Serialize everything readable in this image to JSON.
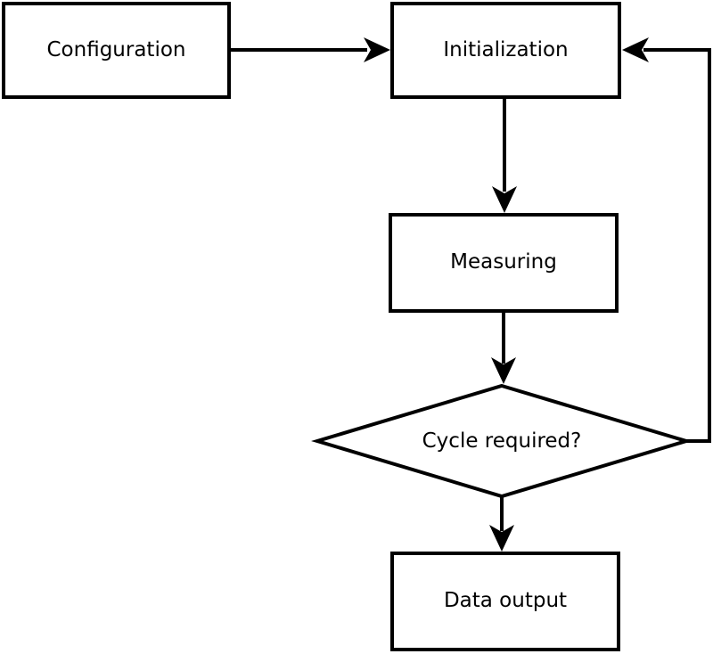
{
  "diagram": {
    "type": "flowchart",
    "colors": {
      "background": "#ffffff",
      "stroke": "#000000",
      "text": "#000000",
      "node_fill": "#ffffff"
    },
    "nodes": {
      "configuration": {
        "label": "Configuration",
        "shape": "rectangle"
      },
      "initialization": {
        "label": "Initialization",
        "shape": "rectangle"
      },
      "measuring": {
        "label": "Measuring",
        "shape": "rectangle"
      },
      "cycle_required": {
        "label": "Cycle required?",
        "shape": "diamond"
      },
      "data_output": {
        "label": "Data output",
        "shape": "rectangle"
      }
    },
    "edges": [
      {
        "from": "Configuration",
        "to": "Initialization"
      },
      {
        "from": "Initialization",
        "to": "Measuring"
      },
      {
        "from": "Measuring",
        "to": "Cycle required?"
      },
      {
        "from": "Cycle required?",
        "to": "Data output"
      },
      {
        "from": "Cycle required?",
        "to": "Initialization",
        "kind": "feedback-loop"
      }
    ]
  }
}
